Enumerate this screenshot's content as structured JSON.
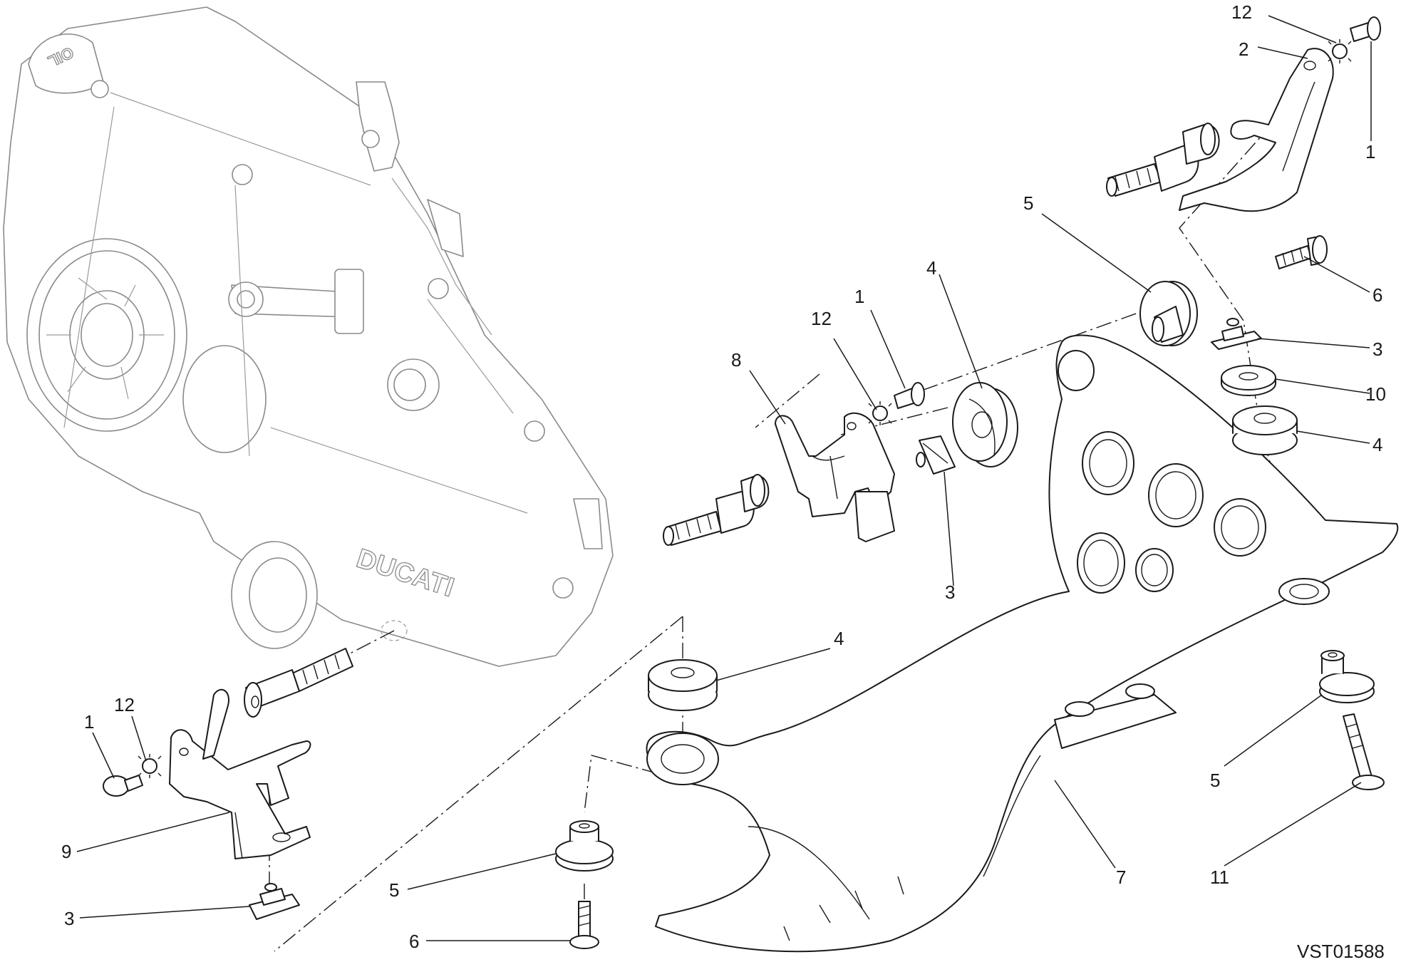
{
  "engine_cover": {
    "oil_marking": "OIL",
    "brand_marking": "DUCATI"
  },
  "drawing_code": "VST01588",
  "callouts": [
    {
      "id": "c-12-top",
      "text": "12"
    },
    {
      "id": "c-2",
      "text": "2"
    },
    {
      "id": "c-1-top",
      "text": "1"
    },
    {
      "id": "c-5-top",
      "text": "5"
    },
    {
      "id": "c-4-top",
      "text": "4"
    },
    {
      "id": "c-1-mid",
      "text": "1"
    },
    {
      "id": "c-12-mid",
      "text": "12"
    },
    {
      "id": "c-8",
      "text": "8"
    },
    {
      "id": "c-6-top",
      "text": "6"
    },
    {
      "id": "c-3-right",
      "text": "3"
    },
    {
      "id": "c-10",
      "text": "10"
    },
    {
      "id": "c-4-right",
      "text": "4"
    },
    {
      "id": "c-3-mid",
      "text": "3"
    },
    {
      "id": "c-4-low",
      "text": "4"
    },
    {
      "id": "c-1-left",
      "text": "1"
    },
    {
      "id": "c-12-left",
      "text": "12"
    },
    {
      "id": "c-9",
      "text": "9"
    },
    {
      "id": "c-3-left",
      "text": "3"
    },
    {
      "id": "c-5-bottom",
      "text": "5"
    },
    {
      "id": "c-6-bottom",
      "text": "6"
    },
    {
      "id": "c-5-right",
      "text": "5"
    },
    {
      "id": "c-7",
      "text": "7"
    },
    {
      "id": "c-11",
      "text": "11"
    }
  ]
}
